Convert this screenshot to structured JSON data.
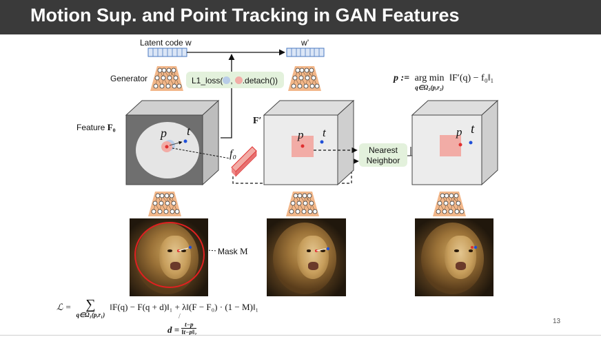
{
  "slide": {
    "title": "Motion Sup. and Point Tracking in GAN Features",
    "page_number": "13"
  },
  "labels": {
    "latent_code": "Latent code w",
    "w_prime": "w’",
    "generator": "Generator",
    "l1_loss_prefix": "L1_loss(",
    "l1_loss_sep": ",",
    "l1_loss_suffix": ".detach())",
    "feature_prefix": "Feature ",
    "feature_sym": "F₀",
    "f_prime": "F′",
    "f0": "f₀",
    "p": "p",
    "t": "t",
    "nearest_line1": "Nearest",
    "nearest_line2": "Neighbor",
    "mask_prefix": "Mask ",
    "mask_sym": "M"
  },
  "equations": {
    "tracking_lhs": "p :=",
    "tracking_op": "arg min",
    "tracking_sub": "q∈Ω₂(p,r₂)",
    "tracking_rhs": "‖F′(q) − f₀‖₁",
    "loss_lhs": "ℒ =",
    "loss_sigma": "∑",
    "loss_sub": "q∈Ω₁(p,r₁)",
    "loss_rhs": "‖F(q) − F(q + d)‖₁ + λ‖(F − F₀) · (1 − M)‖₁",
    "d_lhs": "d =",
    "d_num": "t−p",
    "d_den": "‖t−p‖₂"
  },
  "colors": {
    "title_bar": "#3a3a3a",
    "latent_cells": "#dbe6f6",
    "generator_orange": "#f2b78a",
    "loss_box": "#e3f1dc",
    "cube_face": "#e9e9e9",
    "feature_dark": "#6f6f6f",
    "mask_region": "#f2aca6",
    "point_p": "#e03030",
    "point_t": "#1f4fd8",
    "mask_circle": "#e02020"
  }
}
